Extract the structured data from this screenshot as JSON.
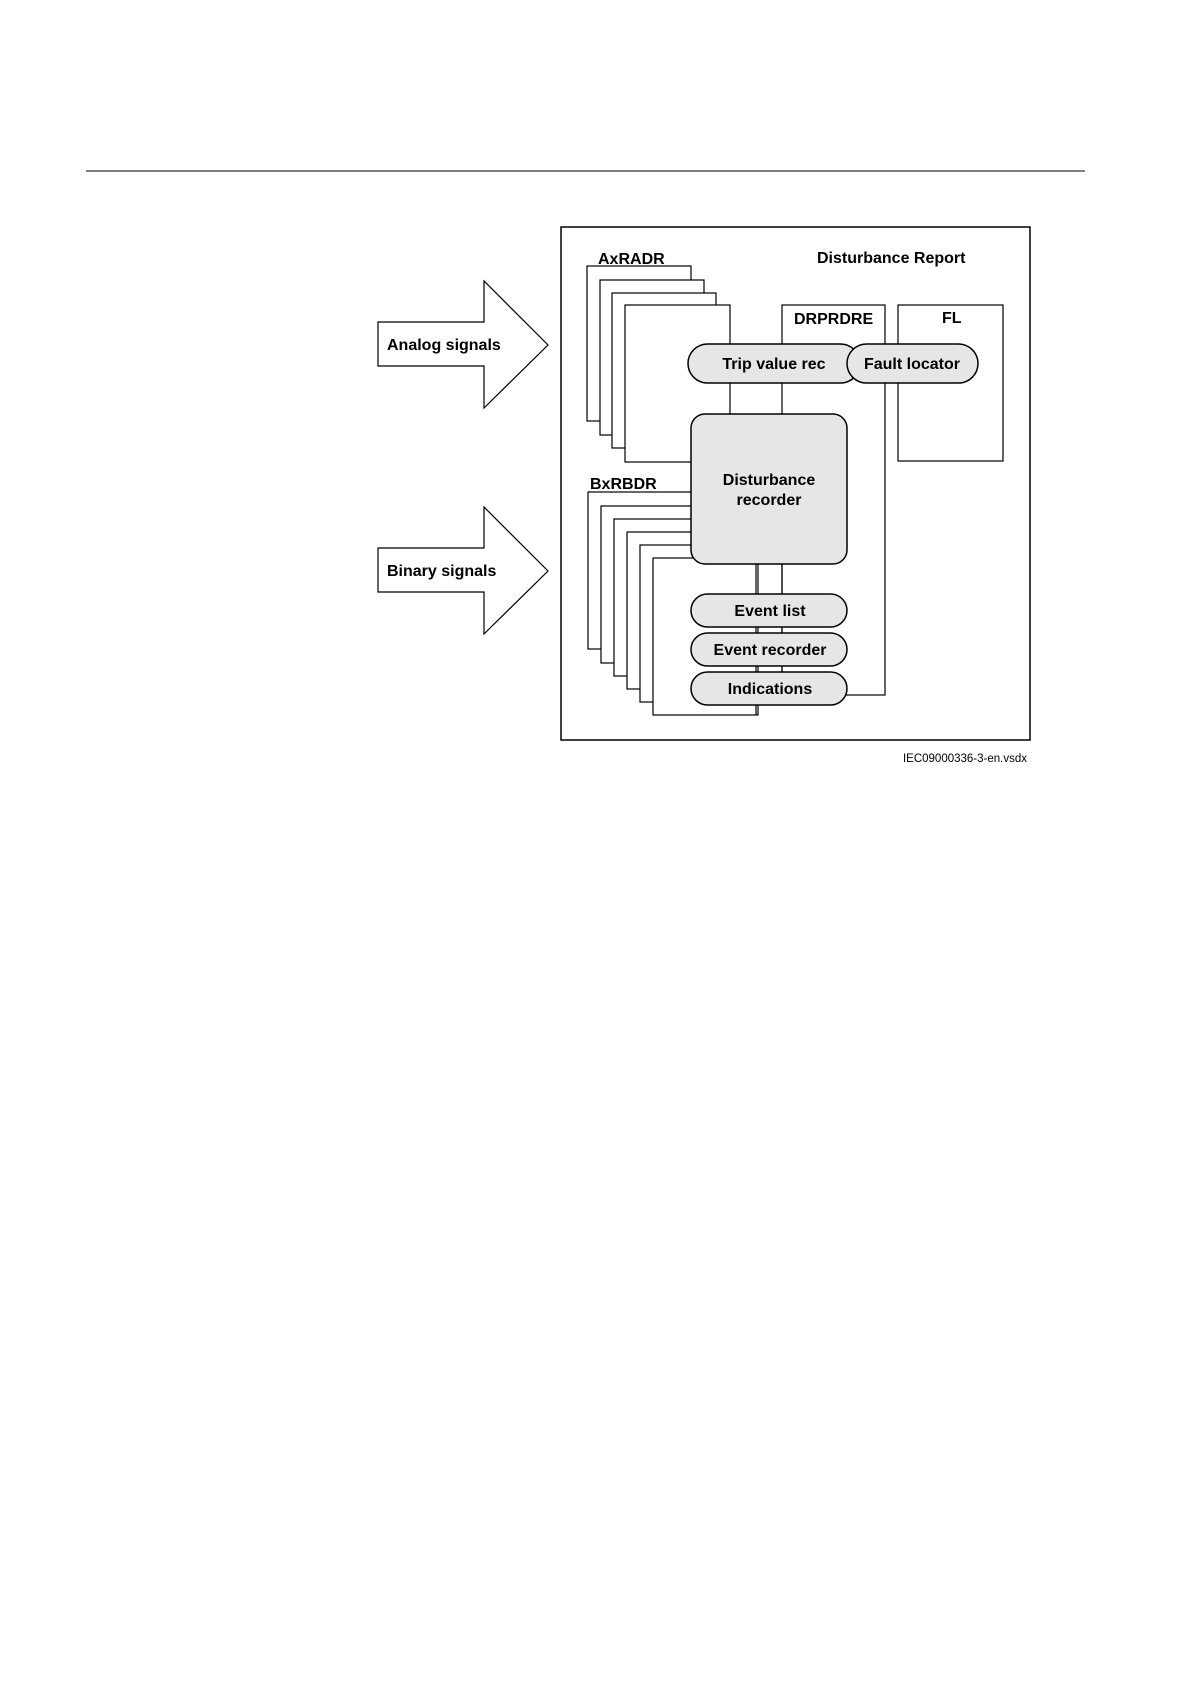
{
  "diagram": {
    "title": "Disturbance Report",
    "inputs": {
      "analog": "Analog signals",
      "binary": "Binary signals"
    },
    "groups": {
      "analog": "AxRADR",
      "binary": "BxRBDR",
      "drprdre": "DRPRDRE",
      "fl": "FL"
    },
    "functions": {
      "trip_value_rec": "Trip value rec",
      "fault_locator": "Fault locator",
      "disturbance_recorder_line1": "Disturbance",
      "disturbance_recorder_line2": "recorder",
      "event_list": "Event list",
      "event_recorder": "Event recorder",
      "indications": "Indications"
    },
    "caption": "IEC09000336-3-en.vsdx"
  },
  "colors": {
    "stroke": "#000000",
    "module_fill": "#e6e6e6",
    "background": "#ffffff"
  }
}
